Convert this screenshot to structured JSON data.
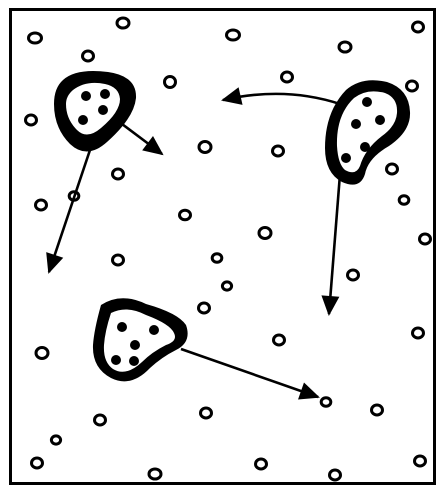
{
  "colors": {
    "ink": "#000000",
    "paper": "#ffffff"
  },
  "items": {
    "small_particle_count": 38,
    "cluster_count": 3,
    "arrow_count": 5,
    "cluster_dots": [
      4,
      5,
      5
    ]
  }
}
